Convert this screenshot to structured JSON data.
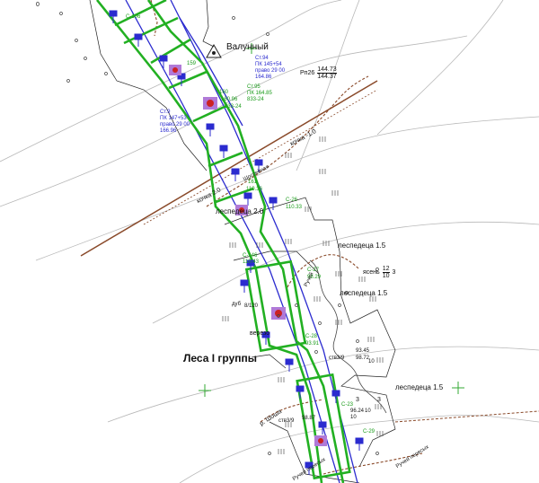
{
  "map": {
    "labels": {
      "valunny": "Валунный",
      "rp26": "Рп26",
      "rp26_top": "144.73",
      "rp26_bottom": "144.37",
      "mark_zero_top": "0",
      "les_group": "Леса I группы",
      "lespedeca_a": "леспедеца 2.0",
      "lespedeca_b": "леспедеца 1.5",
      "lespedeca_c": "леспедеца 1.5",
      "lespedeca_d": "леспедеца 1.5",
      "yasen": "ясень",
      "yasen_top": "12",
      "yasen_bottom": "10",
      "yasen_n": "3",
      "dub": "дуб",
      "dub_frac": "8/120",
      "vereza": "верезо",
      "r_shosha": "р. Шоша",
      "r_ulyanskaya": "Ручей",
      "ruchey_peresykh": "Ручей пересых",
      "ruchey_peresykh2": "Ручей пересых",
      "kochka_1": "кочка -1.0",
      "kochka_2": "кочка 2.0",
      "road_label": "Шоссейная",
      "sta_a": "ств3/9",
      "sta_b": "ств3/9",
      "eq_10": "10",
      "eq_10b": "10",
      "val_3a": "3",
      "val_3b": "3",
      "val_10c": "10"
    },
    "stations": {
      "st94_title": "Ст.94",
      "st94_pk": "ПК 145+54",
      "st94_pravo": "право 29 00",
      "st94_h": "164.86",
      "st95_title": "Ст.95",
      "st95_a": "ПК 164.85",
      "st95_b": "833-24",
      "st9_title": "Ст.9",
      "st9_pk": "ПК 147+53",
      "st9_pravo": "право 29 00",
      "st9_h": "166.96"
    },
    "codes": {
      "c1": "С-106",
      "c2": "159",
      "c3": "160",
      "c4": "160.96",
      "c5": "833-24",
      "c6": "161",
      "c7": "119.36",
      "c8": "С-26",
      "c9": "110.33",
      "c10": "С-146",
      "c11": "110.43",
      "c12": "С-27",
      "c13": "98.29",
      "c14": "С-28",
      "c15": "93.91",
      "c16": "93.45",
      "c17": "98.72",
      "c18": "С-23",
      "c19": "98.87",
      "c20": "96.24",
      "c21": "С-29"
    },
    "colors": {
      "corridor": "#22b022",
      "axis": "#2b2bcf",
      "terrain": "#8a4a2a",
      "contour": "#b8b8b8",
      "boundary": "#222222",
      "marker": "#cc2222",
      "marker_bg": "#8a3fd1",
      "cross": "#33aa33"
    }
  }
}
